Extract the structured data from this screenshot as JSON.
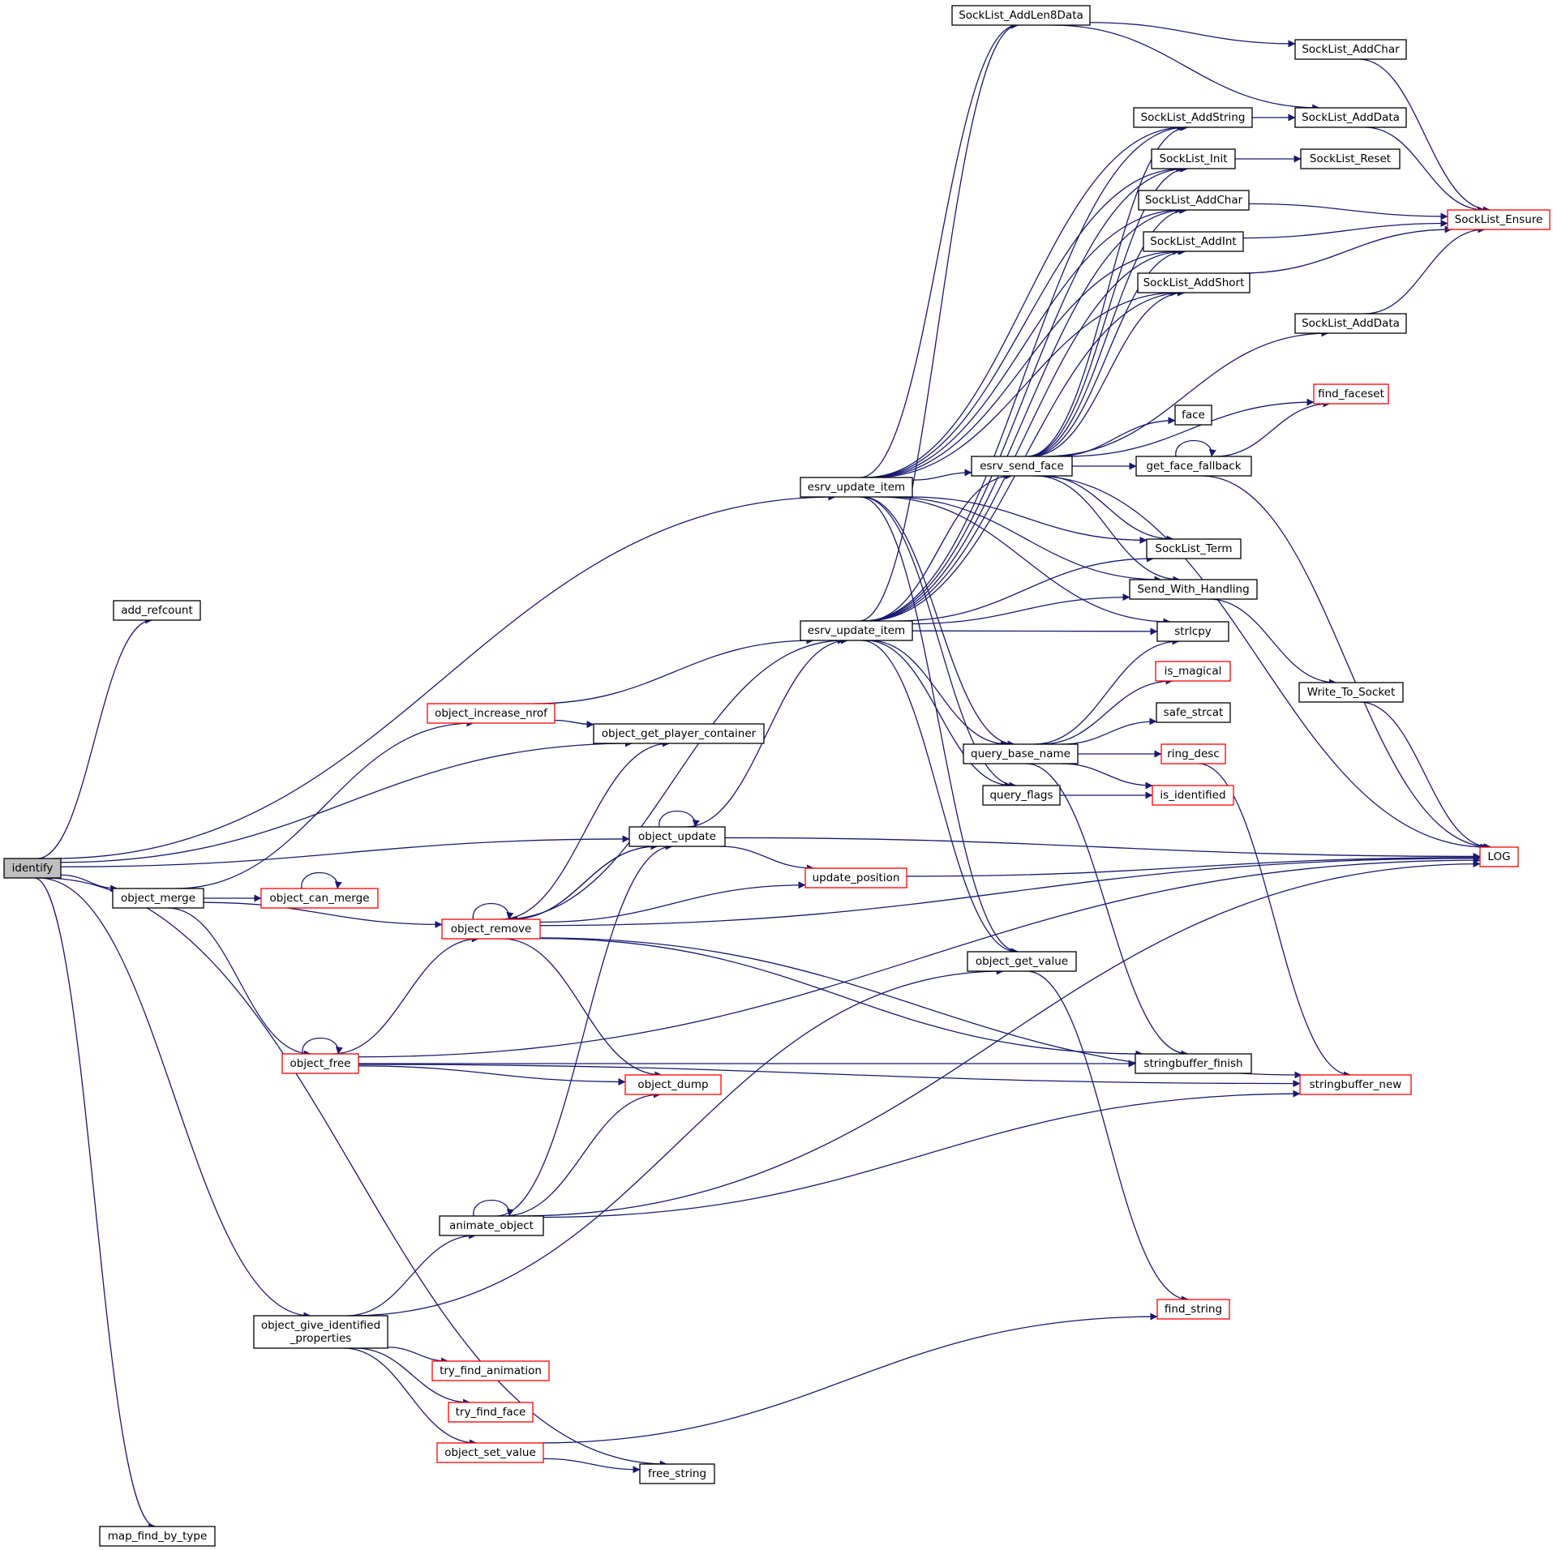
{
  "colors": {
    "edge": "#191970",
    "node_border": "#000000",
    "truncated_border": "#ff0000",
    "root_fill": "#bfbfbf"
  },
  "nodes": [
    {
      "id": "identify",
      "label": "identify",
      "style": "root"
    },
    {
      "id": "add_refcount",
      "label": "add_refcount",
      "style": "normal"
    },
    {
      "id": "esrv_update_item_1",
      "label": "esrv_update_item",
      "style": "normal"
    },
    {
      "id": "esrv_update_item_2",
      "label": "esrv_update_item",
      "style": "normal"
    },
    {
      "id": "object_increase_nrof",
      "label": "object_increase_nrof",
      "style": "truncated"
    },
    {
      "id": "object_get_player_container",
      "label": "object_get_player_container",
      "style": "normal"
    },
    {
      "id": "object_update",
      "label": "object_update",
      "style": "normal"
    },
    {
      "id": "object_merge",
      "label": "object_merge",
      "style": "normal"
    },
    {
      "id": "object_can_merge",
      "label": "object_can_merge",
      "style": "truncated"
    },
    {
      "id": "object_remove",
      "label": "object_remove",
      "style": "truncated"
    },
    {
      "id": "update_position",
      "label": "update_position",
      "style": "truncated"
    },
    {
      "id": "object_free",
      "label": "object_free",
      "style": "truncated"
    },
    {
      "id": "object_dump",
      "label": "object_dump",
      "style": "truncated"
    },
    {
      "id": "animate_object",
      "label": "animate_object",
      "style": "normal"
    },
    {
      "id": "object_give_identified_properties",
      "label": "object_give_identified\n_properties",
      "style": "normal"
    },
    {
      "id": "try_find_animation",
      "label": "try_find_animation",
      "style": "truncated"
    },
    {
      "id": "try_find_face",
      "label": "try_find_face",
      "style": "truncated"
    },
    {
      "id": "object_set_value",
      "label": "object_set_value",
      "style": "truncated"
    },
    {
      "id": "free_string",
      "label": "free_string",
      "style": "normal"
    },
    {
      "id": "map_find_by_type",
      "label": "map_find_by_type",
      "style": "normal"
    },
    {
      "id": "SockList_AddLen8Data",
      "label": "SockList_AddLen8Data",
      "style": "normal"
    },
    {
      "id": "SockList_AddChar_top",
      "label": "SockList_AddChar",
      "style": "normal"
    },
    {
      "id": "SockList_AddString",
      "label": "SockList_AddString",
      "style": "normal"
    },
    {
      "id": "SockList_AddData_top",
      "label": "SockList_AddData",
      "style": "normal"
    },
    {
      "id": "SockList_Init",
      "label": "SockList_Init",
      "style": "normal"
    },
    {
      "id": "SockList_Reset",
      "label": "SockList_Reset",
      "style": "normal"
    },
    {
      "id": "SockList_AddChar",
      "label": "SockList_AddChar",
      "style": "normal"
    },
    {
      "id": "SockList_Ensure",
      "label": "SockList_Ensure",
      "style": "truncated"
    },
    {
      "id": "SockList_AddInt",
      "label": "SockList_AddInt",
      "style": "normal"
    },
    {
      "id": "SockList_AddShort",
      "label": "SockList_AddShort",
      "style": "normal"
    },
    {
      "id": "SockList_AddData",
      "label": "SockList_AddData",
      "style": "normal"
    },
    {
      "id": "find_faceset",
      "label": "find_faceset",
      "style": "truncated"
    },
    {
      "id": "face",
      "label": "face",
      "style": "normal"
    },
    {
      "id": "esrv_send_face",
      "label": "esrv_send_face",
      "style": "normal"
    },
    {
      "id": "get_face_fallback",
      "label": "get_face_fallback",
      "style": "normal"
    },
    {
      "id": "SockList_Term",
      "label": "SockList_Term",
      "style": "normal"
    },
    {
      "id": "Send_With_Handling",
      "label": "Send_With_Handling",
      "style": "normal"
    },
    {
      "id": "strlcpy",
      "label": "strlcpy",
      "style": "normal"
    },
    {
      "id": "is_magical",
      "label": "is_magical",
      "style": "truncated"
    },
    {
      "id": "Write_To_Socket",
      "label": "Write_To_Socket",
      "style": "normal"
    },
    {
      "id": "safe_strcat",
      "label": "safe_strcat",
      "style": "normal"
    },
    {
      "id": "query_base_name",
      "label": "query_base_name",
      "style": "normal"
    },
    {
      "id": "ring_desc",
      "label": "ring_desc",
      "style": "truncated"
    },
    {
      "id": "query_flags",
      "label": "query_flags",
      "style": "normal"
    },
    {
      "id": "is_identified",
      "label": "is_identified",
      "style": "truncated"
    },
    {
      "id": "LOG",
      "label": "LOG",
      "style": "truncated"
    },
    {
      "id": "object_get_value",
      "label": "object_get_value",
      "style": "normal"
    },
    {
      "id": "stringbuffer_finish",
      "label": "stringbuffer_finish",
      "style": "normal"
    },
    {
      "id": "stringbuffer_new",
      "label": "stringbuffer_new",
      "style": "truncated"
    },
    {
      "id": "find_string",
      "label": "find_string",
      "style": "truncated"
    }
  ],
  "edges": [
    [
      "identify",
      "add_refcount"
    ],
    [
      "identify",
      "esrv_update_item_1"
    ],
    [
      "identify",
      "object_get_player_container"
    ],
    [
      "identify",
      "object_update"
    ],
    [
      "identify",
      "object_merge"
    ],
    [
      "identify",
      "object_give_identified_properties"
    ],
    [
      "identify",
      "free_string"
    ],
    [
      "identify",
      "map_find_by_type"
    ],
    [
      "object_increase_nrof",
      "esrv_update_item_2"
    ],
    [
      "object_increase_nrof",
      "object_get_player_container"
    ],
    [
      "object_merge",
      "object_increase_nrof"
    ],
    [
      "object_merge",
      "object_can_merge"
    ],
    [
      "object_can_merge",
      "object_can_merge"
    ],
    [
      "object_merge",
      "object_remove"
    ],
    [
      "object_merge",
      "object_free"
    ],
    [
      "object_remove",
      "object_remove"
    ],
    [
      "object_remove",
      "object_get_player_container"
    ],
    [
      "object_remove",
      "esrv_update_item_2"
    ],
    [
      "object_remove",
      "object_update"
    ],
    [
      "object_remove",
      "update_position"
    ],
    [
      "object_remove",
      "LOG"
    ],
    [
      "object_remove",
      "object_dump"
    ],
    [
      "object_remove",
      "stringbuffer_finish"
    ],
    [
      "object_remove",
      "stringbuffer_new"
    ],
    [
      "object_update",
      "object_update"
    ],
    [
      "object_update",
      "esrv_update_item_2"
    ],
    [
      "object_update",
      "object_remove"
    ],
    [
      "object_update",
      "update_position"
    ],
    [
      "object_update",
      "LOG"
    ],
    [
      "update_position",
      "LOG"
    ],
    [
      "object_free",
      "object_free"
    ],
    [
      "object_free",
      "object_remove"
    ],
    [
      "object_free",
      "object_dump"
    ],
    [
      "object_free",
      "stringbuffer_finish"
    ],
    [
      "object_free",
      "stringbuffer_new"
    ],
    [
      "object_free",
      "LOG"
    ],
    [
      "animate_object",
      "animate_object"
    ],
    [
      "animate_object",
      "object_update"
    ],
    [
      "animate_object",
      "object_dump"
    ],
    [
      "animate_object",
      "stringbuffer_new"
    ],
    [
      "animate_object",
      "LOG"
    ],
    [
      "object_give_identified_properties",
      "animate_object"
    ],
    [
      "object_give_identified_properties",
      "object_get_value"
    ],
    [
      "object_give_identified_properties",
      "try_find_animation"
    ],
    [
      "object_give_identified_properties",
      "try_find_face"
    ],
    [
      "object_give_identified_properties",
      "object_set_value"
    ],
    [
      "object_set_value",
      "free_string"
    ],
    [
      "object_set_value",
      "find_string"
    ],
    [
      "esrv_update_item_1",
      "SockList_AddLen8Data"
    ],
    [
      "esrv_update_item_1",
      "SockList_AddString"
    ],
    [
      "esrv_update_item_1",
      "SockList_Init"
    ],
    [
      "esrv_update_item_1",
      "SockList_AddChar"
    ],
    [
      "esrv_update_item_1",
      "SockList_AddInt"
    ],
    [
      "esrv_update_item_1",
      "SockList_AddShort"
    ],
    [
      "esrv_update_item_1",
      "esrv_send_face"
    ],
    [
      "esrv_update_item_1",
      "SockList_Term"
    ],
    [
      "esrv_update_item_1",
      "Send_With_Handling"
    ],
    [
      "esrv_update_item_1",
      "strlcpy"
    ],
    [
      "esrv_update_item_1",
      "query_base_name"
    ],
    [
      "esrv_update_item_1",
      "query_flags"
    ],
    [
      "esrv_update_item_1",
      "object_get_value"
    ],
    [
      "esrv_update_item_2",
      "SockList_AddLen8Data"
    ],
    [
      "esrv_update_item_2",
      "SockList_AddString"
    ],
    [
      "esrv_update_item_2",
      "SockList_Init"
    ],
    [
      "esrv_update_item_2",
      "SockList_AddChar"
    ],
    [
      "esrv_update_item_2",
      "SockList_AddInt"
    ],
    [
      "esrv_update_item_2",
      "SockList_AddShort"
    ],
    [
      "esrv_update_item_2",
      "esrv_send_face"
    ],
    [
      "esrv_update_item_2",
      "SockList_Term"
    ],
    [
      "esrv_update_item_2",
      "Send_With_Handling"
    ],
    [
      "esrv_update_item_2",
      "strlcpy"
    ],
    [
      "esrv_update_item_2",
      "query_base_name"
    ],
    [
      "esrv_update_item_2",
      "query_flags"
    ],
    [
      "esrv_update_item_2",
      "object_get_value"
    ],
    [
      "SockList_AddLen8Data",
      "SockList_AddChar_top"
    ],
    [
      "SockList_AddLen8Data",
      "SockList_AddData_top"
    ],
    [
      "SockList_AddChar_top",
      "SockList_Ensure"
    ],
    [
      "SockList_AddString",
      "SockList_AddData_top"
    ],
    [
      "SockList_AddData_top",
      "SockList_Ensure"
    ],
    [
      "SockList_Init",
      "SockList_Reset"
    ],
    [
      "SockList_AddChar",
      "SockList_Ensure"
    ],
    [
      "SockList_AddInt",
      "SockList_Ensure"
    ],
    [
      "SockList_AddShort",
      "SockList_Ensure"
    ],
    [
      "SockList_AddData",
      "SockList_Ensure"
    ],
    [
      "esrv_send_face",
      "SockList_AddString"
    ],
    [
      "esrv_send_face",
      "SockList_Init"
    ],
    [
      "esrv_send_face",
      "SockList_AddChar"
    ],
    [
      "esrv_send_face",
      "SockList_AddInt"
    ],
    [
      "esrv_send_face",
      "SockList_AddShort"
    ],
    [
      "esrv_send_face",
      "SockList_AddData"
    ],
    [
      "esrv_send_face",
      "find_faceset"
    ],
    [
      "esrv_send_face",
      "face"
    ],
    [
      "esrv_send_face",
      "get_face_fallback"
    ],
    [
      "esrv_send_face",
      "SockList_Term"
    ],
    [
      "esrv_send_face",
      "Send_With_Handling"
    ],
    [
      "esrv_send_face",
      "LOG"
    ],
    [
      "get_face_fallback",
      "get_face_fallback"
    ],
    [
      "get_face_fallback",
      "find_faceset"
    ],
    [
      "get_face_fallback",
      "LOG"
    ],
    [
      "Send_With_Handling",
      "Write_To_Socket"
    ],
    [
      "Write_To_Socket",
      "LOG"
    ],
    [
      "query_base_name",
      "strlcpy"
    ],
    [
      "query_base_name",
      "is_magical"
    ],
    [
      "query_base_name",
      "safe_strcat"
    ],
    [
      "query_base_name",
      "ring_desc"
    ],
    [
      "query_base_name",
      "is_identified"
    ],
    [
      "query_base_name",
      "stringbuffer_finish"
    ],
    [
      "ring_desc",
      "stringbuffer_new"
    ],
    [
      "query_flags",
      "is_identified"
    ],
    [
      "object_get_value",
      "find_string"
    ]
  ]
}
